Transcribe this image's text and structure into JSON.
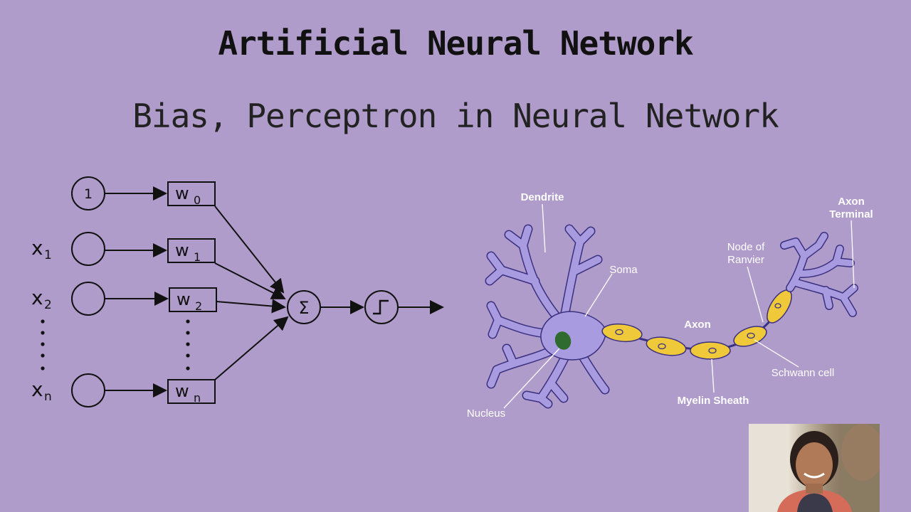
{
  "header": {
    "title": "Artificial Neural Network",
    "subtitle": "Bias, Perceptron in Neural Network"
  },
  "perceptron": {
    "bias_input": "1",
    "inputs": [
      "x",
      "x",
      "x"
    ],
    "input_subscripts": [
      "1",
      "2",
      "n"
    ],
    "weights": [
      "w",
      "w",
      "w",
      "w"
    ],
    "weight_subscripts": [
      "0",
      "1",
      "2",
      "n"
    ],
    "sum_symbol": "Σ"
  },
  "neuron": {
    "dendrite": "Dendrite",
    "soma": "Soma",
    "nucleus": "Nucleus",
    "axon": "Axon",
    "myelin_sheath": "Myelin Sheath",
    "schwann_cell": "Schwann cell",
    "node_of_ranvier_1": "Node of",
    "node_of_ranvier_2": "Ranvier",
    "axon_terminal_1": "Axon",
    "axon_terminal_2": "Terminal"
  },
  "colors": {
    "background": "#b09ccb",
    "neuron_body": "#a99be0",
    "myelin": "#f0c93a",
    "nucleus": "#2f6b2f"
  }
}
